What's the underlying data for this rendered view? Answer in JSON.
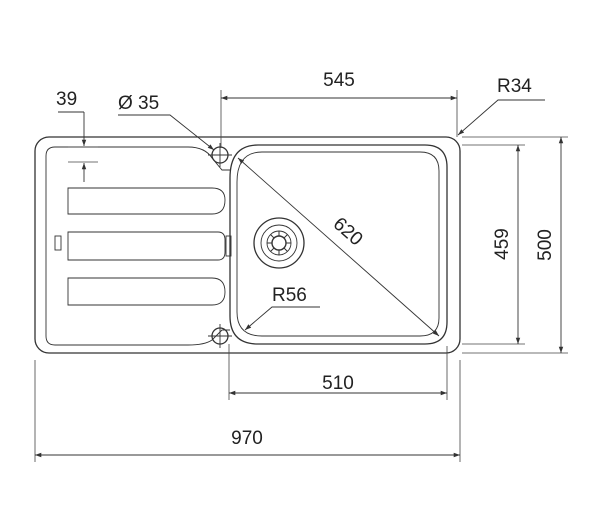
{
  "dimensions": {
    "overall_width": "970",
    "overall_height": "500",
    "bowl_width": "545",
    "bowl_width_lower": "510",
    "bowl_height": "459",
    "bowl_diagonal": "620",
    "hole_diameter": "Ø 35",
    "corner_radius": "R34",
    "inner_radius": "R56",
    "drainer_offset": "39"
  },
  "colors": {
    "line": "#333333",
    "text": "#222222",
    "background": "#ffffff"
  }
}
